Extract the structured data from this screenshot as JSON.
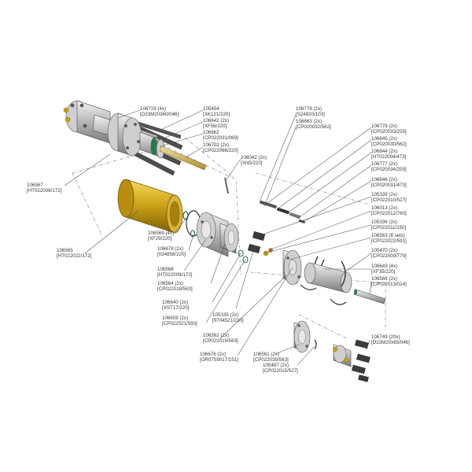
{
  "labels": [
    {
      "id": "106729",
      "part": "106729 (4x)",
      "ref": "[D23M20360/046]"
    },
    {
      "id": "105454",
      "part": "105454",
      "ref": "[XK121/220]"
    },
    {
      "id": "106642",
      "part": "106642 (2x)",
      "ref": "[XF56/220]"
    },
    {
      "id": "106662",
      "part": "106662",
      "ref": "[CP022031/069]"
    },
    {
      "id": "106702",
      "part": "106702 (2x)",
      "ref": "[CP022066/220]"
    },
    {
      "id": "106042",
      "part": "106042 (2x)",
      "ref": "[XN5/220]"
    },
    {
      "id": "106779",
      "part": "106779 (2x)",
      "ref": "[S24820/103]"
    },
    {
      "id": "106663",
      "part": "106663 (2x)",
      "ref": "[CP020032/562]"
    },
    {
      "id": "106778",
      "part": "106778 (2x)",
      "ref": "[CP020033/255]"
    },
    {
      "id": "106645",
      "part": "106645 (2x)",
      "ref": "[CP020030/562]"
    },
    {
      "id": "106644",
      "part": "106644 (2x)",
      "ref": "[HT022004/473]"
    },
    {
      "id": "106777",
      "part": "106777 (2x)",
      "ref": "[CP020034/255]"
    },
    {
      "id": "106646",
      "part": "106646 (2x)",
      "ref": "[CP020031/473]"
    },
    {
      "id": "105339",
      "part": "105339 (2x)",
      "ref": "[CP022010/527]"
    },
    {
      "id": "106013",
      "part": "106013 (2x)",
      "ref": "[CP022012/780]"
    },
    {
      "id": "105336",
      "part": "105336 (2x)",
      "ref": "[CP022011/150]"
    },
    {
      "id": "106563",
      "part": "106563 (8 sets)",
      "ref": "[CP022022/591]"
    },
    {
      "id": "105470",
      "part": "105470 (2x)",
      "ref": "[CP022009/779]"
    },
    {
      "id": "106643",
      "part": "106643 (4x)",
      "ref": "[XF35/220]"
    },
    {
      "id": "106566",
      "part": "106566 (2x)",
      "ref": "[CP022013/014]"
    },
    {
      "id": "106567",
      "part": "106567",
      "ref": "[HT022008/172]"
    },
    {
      "id": "106565",
      "part": "106565",
      "ref": "[HT022022/172]"
    },
    {
      "id": "106569",
      "part": "106569 (4x)",
      "ref": "[XF29/220]"
    },
    {
      "id": "106678",
      "part": "106678 (2x)",
      "ref": "[034858/220]"
    },
    {
      "id": "106568",
      "part": "106568",
      "ref": "[HT022009/172]"
    },
    {
      "id": "106564",
      "part": "106564 (2x)",
      "ref": "[CP022018/563]"
    },
    {
      "id": "106640",
      "part": "106640 (2x)",
      "ref": "[XST17/220]"
    },
    {
      "id": "106659",
      "part": "106659 (2x)",
      "ref": "[CP022021/593]"
    },
    {
      "id": "105335",
      "part": "105335 (2x)",
      "ref": "[9704521/220]"
    },
    {
      "id": "106562",
      "part": "106562 (2x)",
      "ref": "[CP022019/563]"
    },
    {
      "id": "106676",
      "part": "106676 (2x)",
      "ref": "[OR0759017/151]"
    },
    {
      "id": "106561",
      "part": "106561 (2x)",
      "ref": "[CP022039/563]"
    },
    {
      "id": "105487",
      "part": "105487 (2x)",
      "ref": "[CP022015/527]"
    },
    {
      "id": "106749",
      "part": "106749 (20x)",
      "ref": "[D23M20x65/046]"
    }
  ]
}
